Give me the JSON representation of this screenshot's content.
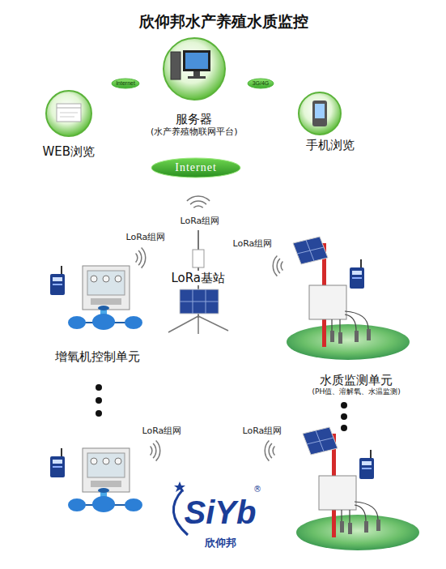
{
  "diagram": {
    "title": "欣仰邦水产养殖水质监控",
    "nodes": [
      {
        "text": [
          "服务器",
          "(水产养殖物联网平台)"
        ]
      },
      {
        "text": [
          "Internet"
        ]
      },
      {
        "text": [
          "3G/4G"
        ]
      },
      {
        "text": [
          "WEB浏览"
        ]
      },
      {
        "text": [
          "手机浏览"
        ]
      },
      {
        "text": [
          "Internet"
        ]
      },
      {
        "text": [
          "LoRa基站"
        ]
      },
      {
        "text": [
          "增氧机控制单元"
        ]
      },
      {
        "text": [
          "水质监测单元",
          "(PH值、溶解氧、水温监测)"
        ]
      }
    ],
    "labels": [
      "LoRa组网",
      "LoRa组网",
      "LoRa组网",
      "LoRa组网",
      "LoRa组网",
      "SiYb",
      "欣仰邦",
      "®"
    ]
  }
}
